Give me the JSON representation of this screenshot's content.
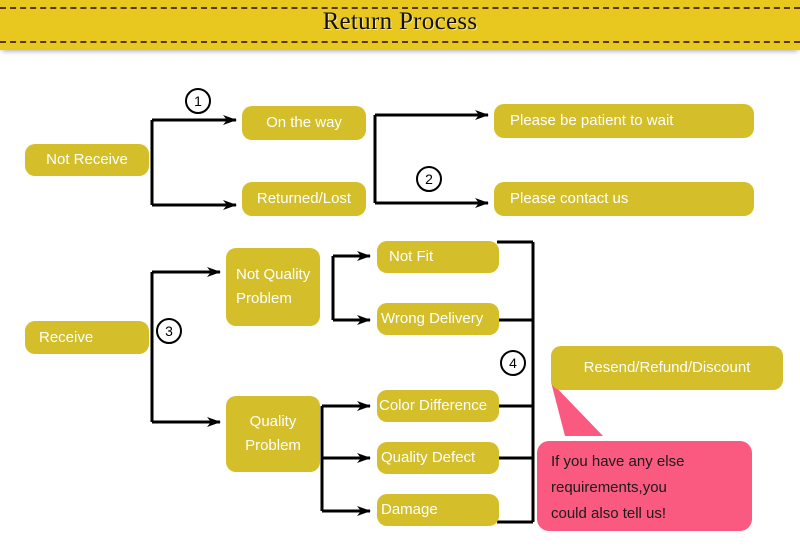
{
  "header": {
    "title": "Return Process",
    "banner_color": "#e8c81e",
    "dash_color": "#5a3410"
  },
  "palette": {
    "node_fill": "#d4be2a",
    "node_text": "#ffffff",
    "connector": "#000000",
    "callout_fill": "#fa5a80",
    "callout_text": "#1a1a1a"
  },
  "flow": {
    "nodes": [
      {
        "id": "not-receive",
        "label": "Not Receive"
      },
      {
        "id": "on-the-way",
        "label": "On the way"
      },
      {
        "id": "returned-lost",
        "label": "Returned/Lost"
      },
      {
        "id": "please-wait",
        "label": "Please be patient to wait"
      },
      {
        "id": "please-contact",
        "label": "Please contact us"
      },
      {
        "id": "receive",
        "label": "Receive"
      },
      {
        "id": "not-quality-problem",
        "label": "Not Quality Problem"
      },
      {
        "id": "quality-problem",
        "label": "Quality Problem"
      },
      {
        "id": "not-fit",
        "label": "Not Fit"
      },
      {
        "id": "wrong-delivery",
        "label": "Wrong Delivery"
      },
      {
        "id": "color-difference",
        "label": "Color Difference"
      },
      {
        "id": "quality-defect",
        "label": "Quality Defect"
      },
      {
        "id": "damage",
        "label": "Damage"
      },
      {
        "id": "resend-refund",
        "label": "Resend/Refund/Discount"
      }
    ],
    "steps": [
      {
        "id": "step-1",
        "label": "1"
      },
      {
        "id": "step-2",
        "label": "2"
      },
      {
        "id": "step-3",
        "label": "3"
      },
      {
        "id": "step-4",
        "label": "4"
      }
    ]
  },
  "callout": {
    "line1": "If you have any else",
    "line2": "requirements,you",
    "line3": "could also tell us!"
  }
}
